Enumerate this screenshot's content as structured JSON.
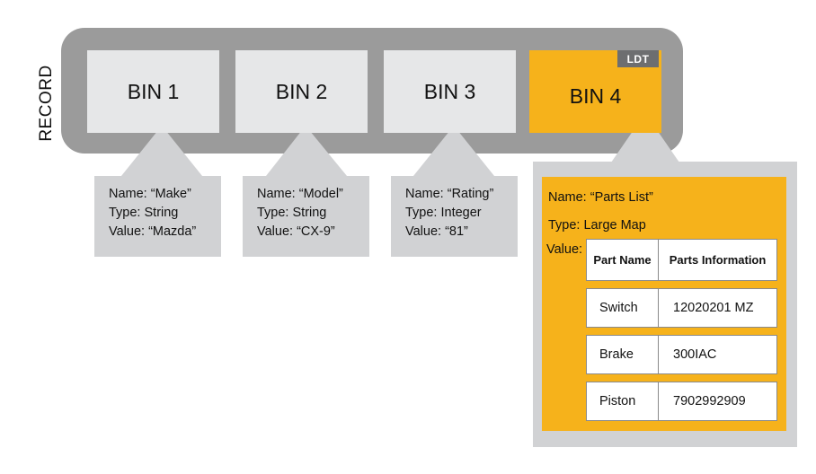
{
  "record_label": "RECORD",
  "bins": [
    {
      "label": "BIN 1",
      "name_line": "Name: “Make”",
      "type_line": "Type: String",
      "value_line": "Value: “Mazda”"
    },
    {
      "label": "BIN 2",
      "name_line": "Name: “Model”",
      "type_line": "Type: String",
      "value_line": "Value: “CX-9”"
    },
    {
      "label": "BIN 3",
      "name_line": "Name: “Rating”",
      "type_line": "Type: Integer",
      "value_line": "Value: “81”"
    },
    {
      "label": "BIN 4",
      "badge": "LDT",
      "name_line": "Name: “Parts List”",
      "type_line": "Type: Large Map",
      "value_label": "Value:"
    }
  ],
  "parts_table": {
    "headers": [
      "Part Name",
      "Parts Information"
    ],
    "rows": [
      [
        "Switch",
        "12020201 MZ"
      ],
      [
        "Brake",
        "300IAC"
      ],
      [
        "Piston",
        "7902992909"
      ]
    ]
  },
  "colors": {
    "record_bg": "#9b9b9b",
    "bin_bg": "#e6e7e8",
    "ldt_bg": "#f6b21b",
    "callout_bg": "#d1d2d4",
    "badge_bg": "#6d6e70"
  }
}
